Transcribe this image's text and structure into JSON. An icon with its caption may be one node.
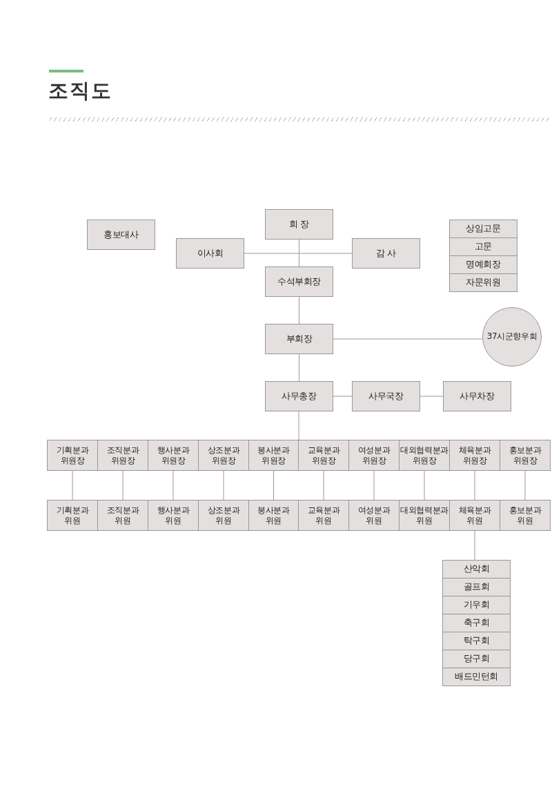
{
  "diagram": {
    "title": "조직도",
    "nodes": [
      {
        "text": [
          "홍보대사"
        ]
      },
      {
        "text": [
          "회 장"
        ]
      },
      {
        "text": [
          "이사회"
        ]
      },
      {
        "text": [
          "감 사"
        ]
      },
      {
        "text": [
          "수석부회장"
        ]
      },
      {
        "text": [
          "상임고문"
        ]
      },
      {
        "text": [
          "고문"
        ]
      },
      {
        "text": [
          "명예회장"
        ]
      },
      {
        "text": [
          "자문위원"
        ]
      },
      {
        "text": [
          "부회장"
        ]
      },
      {
        "text": [
          "37시군향우회"
        ]
      },
      {
        "text": [
          "사무총장"
        ]
      },
      {
        "text": [
          "사무국장"
        ]
      },
      {
        "text": [
          "사무차장"
        ]
      },
      {
        "text": [
          "기획분과 위원장"
        ]
      },
      {
        "text": [
          "조직분과 위원장"
        ]
      },
      {
        "text": [
          "행사분과 위원장"
        ]
      },
      {
        "text": [
          "상조분과 위원장"
        ]
      },
      {
        "text": [
          "봉사분과 위원장"
        ]
      },
      {
        "text": [
          "교육분과 위원장"
        ]
      },
      {
        "text": [
          "여성분과 위원장"
        ]
      },
      {
        "text": [
          "대외협력분과 위원장"
        ]
      },
      {
        "text": [
          "체육분과 위원장"
        ]
      },
      {
        "text": [
          "홍보분과 위원장"
        ]
      },
      {
        "text": [
          "기획분과 위원"
        ]
      },
      {
        "text": [
          "조직분과 위원"
        ]
      },
      {
        "text": [
          "행사분과 위원"
        ]
      },
      {
        "text": [
          "상조분과 위원"
        ]
      },
      {
        "text": [
          "봉사분과 위원"
        ]
      },
      {
        "text": [
          "교육분과 위원"
        ]
      },
      {
        "text": [
          "여성분과 위원"
        ]
      },
      {
        "text": [
          "대외협력분과 위원"
        ]
      },
      {
        "text": [
          "체육분과 위원"
        ]
      },
      {
        "text": [
          "홍보분과 위원"
        ]
      },
      {
        "text": [
          "산악회"
        ]
      },
      {
        "text": [
          "골프회"
        ]
      },
      {
        "text": [
          "기우회"
        ]
      },
      {
        "text": [
          "축구회"
        ]
      },
      {
        "text": [
          "탁구회"
        ]
      },
      {
        "text": [
          "당구회"
        ]
      },
      {
        "text": [
          "배드민턴회"
        ]
      }
    ],
    "edges": [
      {
        "from": 1,
        "to": 4,
        "arrow": "none"
      },
      {
        "from": 2,
        "to": 3,
        "arrow": "none"
      },
      {
        "from": 4,
        "to": 9,
        "arrow": "none"
      },
      {
        "from": 9,
        "to": 10,
        "arrow": "none"
      },
      {
        "from": 9,
        "to": 11,
        "arrow": "none"
      },
      {
        "from": 11,
        "to": 12,
        "arrow": "none"
      },
      {
        "from": 12,
        "to": 13,
        "arrow": "none"
      },
      {
        "from": 11,
        "to": 19,
        "arrow": "none"
      },
      {
        "from": 14,
        "to": 24,
        "arrow": "none"
      },
      {
        "from": 15,
        "to": 25,
        "arrow": "none"
      },
      {
        "from": 16,
        "to": 26,
        "arrow": "none"
      },
      {
        "from": 17,
        "to": 27,
        "arrow": "none"
      },
      {
        "from": 18,
        "to": 28,
        "arrow": "none"
      },
      {
        "from": 19,
        "to": 29,
        "arrow": "none"
      },
      {
        "from": 20,
        "to": 30,
        "arrow": "none"
      },
      {
        "from": 21,
        "to": 31,
        "arrow": "none"
      },
      {
        "from": 22,
        "to": 32,
        "arrow": "none"
      },
      {
        "from": 23,
        "to": 33,
        "arrow": "none"
      },
      {
        "from": 32,
        "to": 34,
        "arrow": "none"
      }
    ]
  }
}
